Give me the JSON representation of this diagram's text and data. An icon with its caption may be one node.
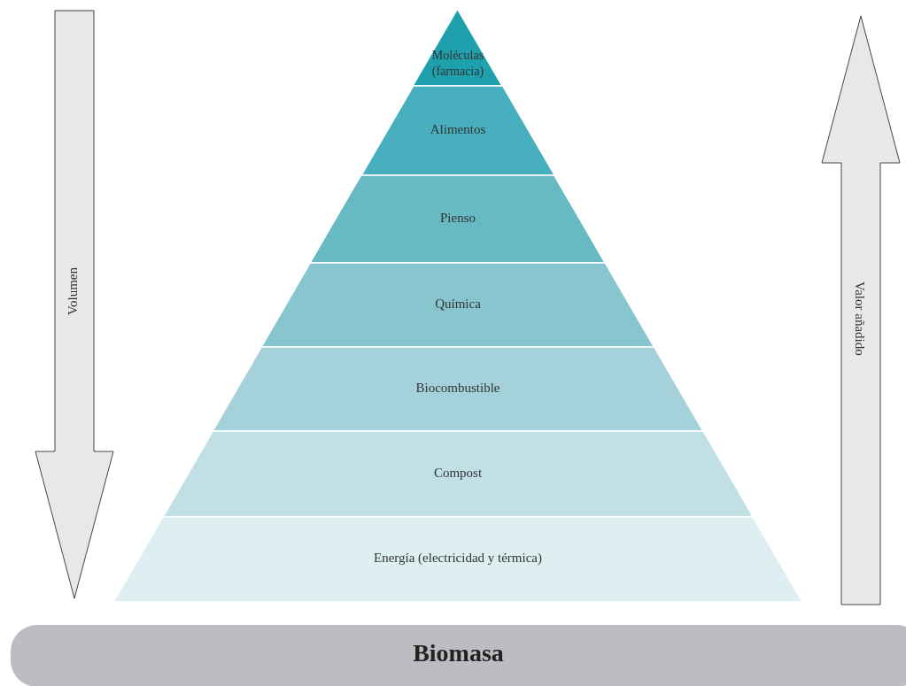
{
  "diagram": {
    "nodes": [
      {
        "text": [
          "Moléculas (farmacia)"
        ]
      },
      {
        "text": [
          "Alimentos"
        ]
      },
      {
        "text": [
          "Pienso"
        ]
      },
      {
        "text": [
          "Química"
        ]
      },
      {
        "text": [
          "Biocombustible"
        ]
      },
      {
        "text": [
          "Compost"
        ]
      },
      {
        "text": [
          "Energía (electricidad y térmica)"
        ]
      },
      {
        "text": [
          "Volumen"
        ]
      },
      {
        "text": [
          "Valor añadido"
        ]
      },
      {
        "text": [
          "Biomasa"
        ]
      }
    ]
  }
}
